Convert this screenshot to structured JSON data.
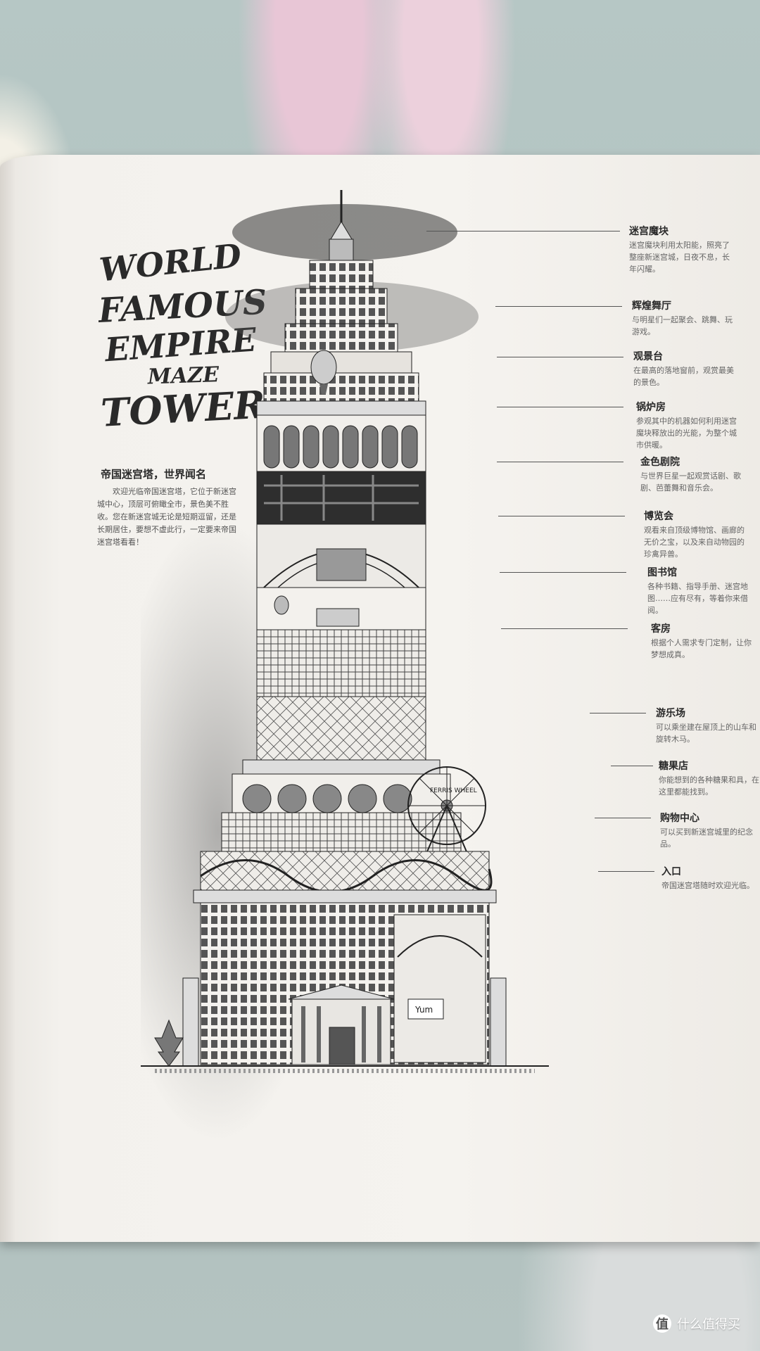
{
  "book": {
    "title_art": "WORLD FAMOUS EMPIRE MAZE TOWER",
    "intro_title": "帝国迷宫塔，世界闻名",
    "intro_body": "欢迎光临帝国迷宫塔，它位于新迷宫城中心，顶层可俯瞰全市，景色美不胜收。您在新迷宫城无论是短期逗留，还是长期居住，要想不虚此行，一定要来帝国迷宫塔看看！",
    "ferris_wheel_sign": "FERRIS WHEEL",
    "candy_sign": "Yum",
    "labels": [
      {
        "title": "迷宫魔块",
        "desc": "迷宫魔块利用太阳能，照亮了整座新迷宫城，日夜不息，长年闪耀。"
      },
      {
        "title": "辉煌舞厅",
        "desc": "与明星们一起聚会、跳舞、玩游戏。"
      },
      {
        "title": "观景台",
        "desc": "在最高的落地窗前，观赏最美的景色。"
      },
      {
        "title": "锅炉房",
        "desc": "参观其中的机器如何利用迷宫魔块释放出的光能，为整个城市供暖。"
      },
      {
        "title": "金色剧院",
        "desc": "与世界巨星一起观赏话剧、歌剧、芭蕾舞和音乐会。"
      },
      {
        "title": "博览会",
        "desc": "观看来自顶级博物馆、画廊的无价之宝，以及来自动物园的珍禽异兽。"
      },
      {
        "title": "图书馆",
        "desc": "各种书籍、指导手册、迷宫地图……应有尽有，等着你来借阅。"
      },
      {
        "title": "客房",
        "desc": "根据个人需求专门定制，让你梦想成真。"
      },
      {
        "title": "游乐场",
        "desc": "可以乘坐建在屋顶上的山车和旋转木马。"
      },
      {
        "title": "糖果店",
        "desc": "你能想到的各种糖果和具，在这里都能找到。"
      },
      {
        "title": "购物中心",
        "desc": "可以买到新迷宫城里的纪念品。"
      },
      {
        "title": "入口",
        "desc": "帝国迷宫塔随时欢迎光临。"
      }
    ]
  },
  "watermark": {
    "icon": "zhi-logo-icon",
    "text": "什么值得买"
  }
}
